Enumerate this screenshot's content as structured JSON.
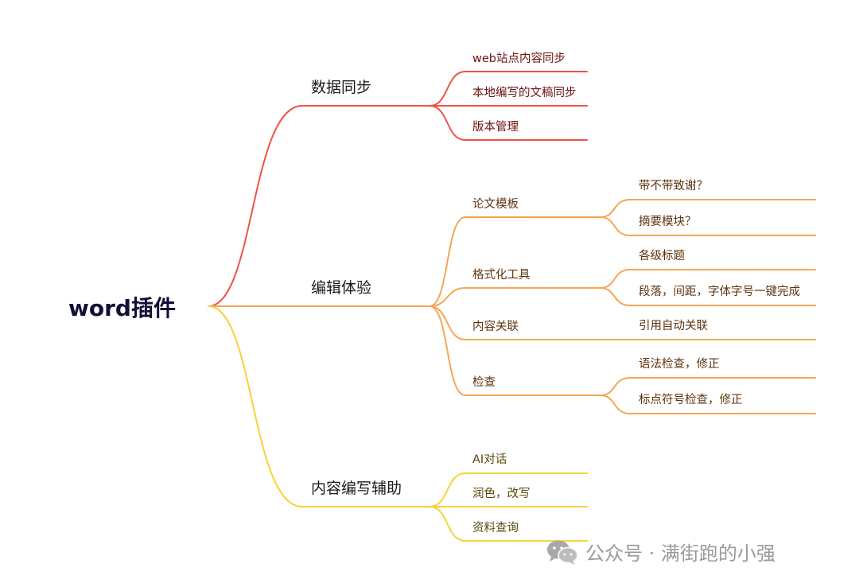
{
  "root": "word插件",
  "colors": {
    "red": "#ef5349",
    "orange": "#f6a555",
    "yellow": "#f5d33a"
  },
  "branches": [
    {
      "label": "数据同步",
      "children": [
        {
          "label": "web站点内容同步"
        },
        {
          "label": "本地编写的文稿同步"
        },
        {
          "label": "版本管理"
        }
      ]
    },
    {
      "label": "编辑体验",
      "children": [
        {
          "label": "论文模板",
          "children": [
            "带不带致谢？",
            "摘要模块？"
          ]
        },
        {
          "label": "格式化工具",
          "children": [
            "各级标题",
            "段落，间距，字体字号一键完成"
          ]
        },
        {
          "label": "内容关联",
          "children": [
            "引用自动关联"
          ]
        },
        {
          "label": "检查",
          "children": [
            "语法检查，修正",
            "标点符号检查，修正"
          ]
        }
      ]
    },
    {
      "label": "内容编写辅助",
      "children": [
        {
          "label": "AI对话"
        },
        {
          "label": "润色，改写"
        },
        {
          "label": "资料查询"
        }
      ]
    }
  ],
  "watermark": "公众号 · 满街跑的小强"
}
